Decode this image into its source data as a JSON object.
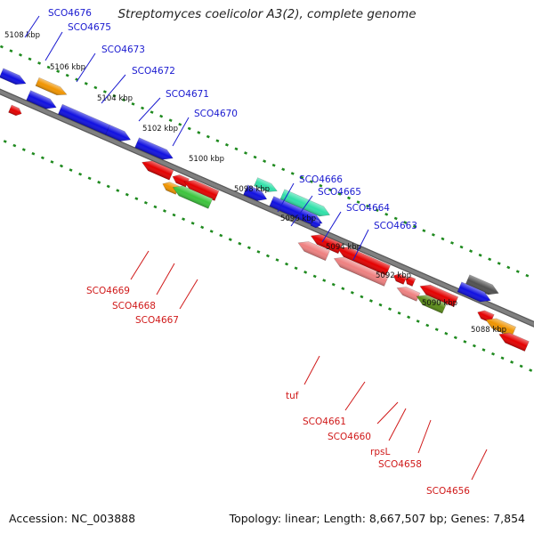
{
  "title": "Streptomyces coelicolor A3(2), complete genome",
  "footer": {
    "accession": "Accession: NC_003888",
    "topology": "Topology: linear; Length: 8,667,507 bp; Genes: 7,854"
  },
  "colors": {
    "backbone": "#808080",
    "tick": "#1f8a1f",
    "forward_label": "#1a1ad0",
    "reverse_label": "#d01a1a",
    "blue": "#1010e0",
    "red": "#e40000",
    "orange": "#f09400",
    "teal": "#30e0a8",
    "green": "#3cc43c",
    "pink": "#ee8080",
    "olive": "#5a8c18",
    "grey": "#505050"
  },
  "kbp_ticks": [
    "5108 kbp",
    "5106 kbp",
    "5104 kbp",
    "5102 kbp",
    "5100 kbp",
    "5098 kbp",
    "5096 kbp",
    "5094 kbp",
    "5092 kbp",
    "5090 kbp",
    "5088 kbp"
  ],
  "genes_forward": [
    "SCO4676",
    "SCO4675",
    "SCO4673",
    "SCO4672",
    "SCO4671",
    "SCO4670",
    "SCO4666",
    "SCO4665",
    "SCO4664",
    "SCO4663"
  ],
  "genes_reverse": [
    "SCO4669",
    "SCO4668",
    "SCO4667",
    "tuf",
    "SCO4661",
    "SCO4660",
    "rpsL",
    "SCO4658",
    "SCO4656"
  ]
}
